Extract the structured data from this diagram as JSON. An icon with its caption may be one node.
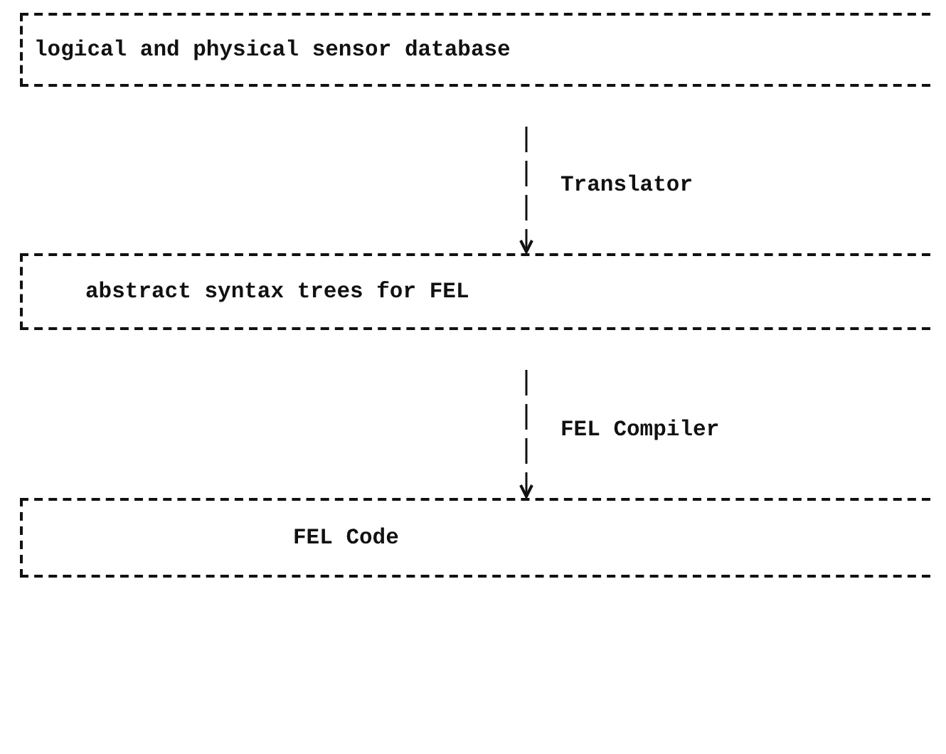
{
  "diagram": {
    "nodes": [
      {
        "text": [
          "logical and physical sensor database"
        ]
      },
      {
        "text": [
          "abstract syntax trees for FEL"
        ]
      },
      {
        "text": [
          "FEL Code"
        ]
      }
    ],
    "edges": [
      {
        "from": 0,
        "to": 1,
        "arrow": "to",
        "label": "Translator"
      },
      {
        "from": 1,
        "to": 2,
        "arrow": "to",
        "label": "FEL Compiler"
      }
    ]
  }
}
